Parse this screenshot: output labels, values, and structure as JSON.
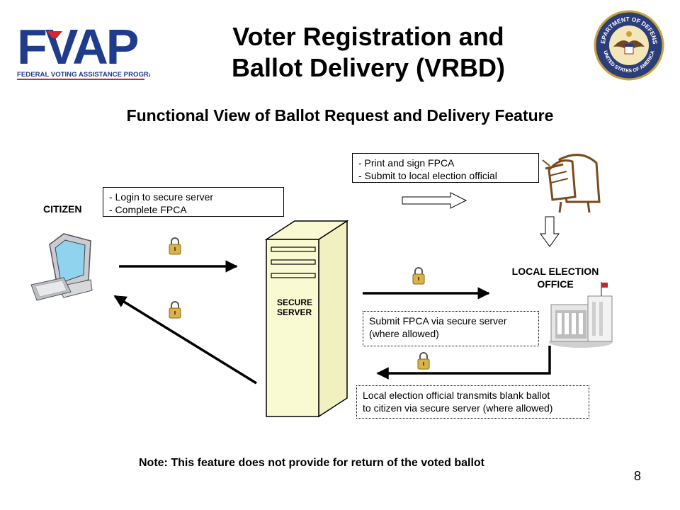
{
  "header": {
    "title_line1": "Voter Registration and",
    "title_line2": "Ballot Delivery (VRBD)",
    "logo_text": "FVAP",
    "logo_subtext": "FEDERAL VOTING ASSISTANCE PROGRAM",
    "seal_text_top": "DEPARTMENT OF DEFENSE",
    "seal_text_bottom": "UNITED STATES OF AMERICA"
  },
  "subtitle": "Functional View of Ballot Request and Delivery Feature",
  "nodes": {
    "citizen": "CITIZEN",
    "server_line1": "SECURE",
    "server_line2": "SERVER",
    "office_line1": "LOCAL ELECTION",
    "office_line2": "OFFICE"
  },
  "notes": {
    "login": [
      "- Login to secure server",
      "- Complete FPCA"
    ],
    "print": [
      "- Print and sign FPCA",
      "- Submit to local election official"
    ],
    "submit": [
      "Submit FPCA via secure server",
      "(where allowed)"
    ],
    "transmit": [
      "Local election official transmits blank ballot",
      "to citizen via secure server (where allowed)"
    ]
  },
  "footer_note": "Note: This feature does not provide for return of the voted ballot",
  "page_number": "8",
  "colors": {
    "logo_blue": "#1f3b8c",
    "logo_red": "#d8262e",
    "server_fill": "#fafad2",
    "lock_gold": "#d9b24a",
    "mailbox_brown": "#7a4a1e"
  }
}
